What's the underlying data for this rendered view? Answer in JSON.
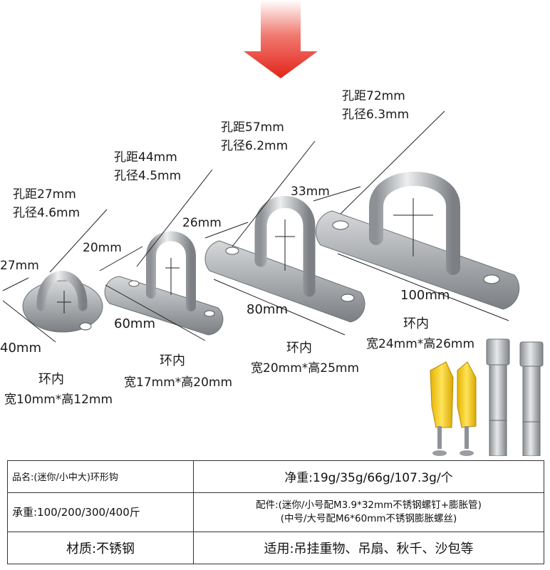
{
  "colors": {
    "arrow": "#e3241a",
    "steel": "#a9acaf",
    "anchor_yellow": "#f2c40f",
    "border": "#333333"
  },
  "hooks": [
    {
      "hole_pitch": "孔距27mm",
      "hole_dia": "孔径4.6mm",
      "depth": "27mm",
      "length": "40mm",
      "inner_title": "环内",
      "inner_size": "宽10mm*高12mm"
    },
    {
      "hole_pitch": "孔距44mm",
      "hole_dia": "孔径4.5mm",
      "depth": "20mm",
      "length": "60mm",
      "inner_title": "环内",
      "inner_size": "宽17mm*高20mm"
    },
    {
      "hole_pitch": "孔距57mm",
      "hole_dia": "孔径6.2mm",
      "depth": "26mm",
      "length": "80mm",
      "inner_title": "环内",
      "inner_size": "宽20mm*高25mm"
    },
    {
      "hole_pitch": "孔距72mm",
      "hole_dia": "孔径6.3mm",
      "depth": "33mm",
      "length": "100mm",
      "inner_title": "环内",
      "inner_size": "宽24mm*高26mm"
    }
  ],
  "table": {
    "product_name": "品名:(迷你/小中大)环形钩",
    "net_weight": "净重:19g/35g/66g/107.3g/个",
    "load": "承重:100/200/300/400斤",
    "accessories_line1": "配件:(迷你/小号配M3.9*32mm不锈钢螺钉+膨胀管)",
    "accessories_line2": "(中号/大号配M6*60mm不锈钢膨胀螺丝)",
    "material": "材质:不锈钢",
    "usage": "适用:吊挂重物、吊扇、秋千、沙包等"
  }
}
